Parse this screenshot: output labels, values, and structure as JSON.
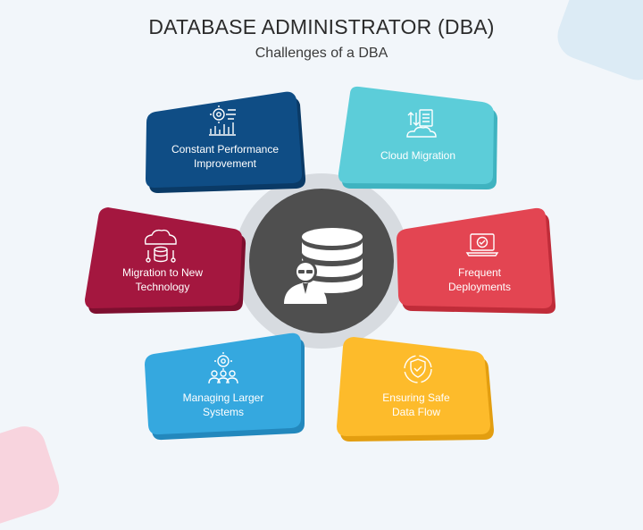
{
  "title": "DATABASE ADMINISTRATOR (DBA)",
  "subtitle": "Challenges of a DBA",
  "center": {
    "icon": "database-administrator-icon"
  },
  "cards": [
    {
      "id": "performance",
      "label": "Constant Performance\nImprovement",
      "color": "#0f4d85",
      "shade": "#0a3a66",
      "icon": "gear-analytics-icon"
    },
    {
      "id": "cloud",
      "label": "Cloud Migration",
      "color": "#5ccdd9",
      "shade": "#3fb3c0",
      "icon": "cloud-migration-icon"
    },
    {
      "id": "technology",
      "label": "Migration to New\nTechnology",
      "color": "#a4173f",
      "shade": "#7e0f2f",
      "icon": "cloud-database-icon"
    },
    {
      "id": "deployments",
      "label": "Frequent\nDeployments",
      "color": "#e34552",
      "shade": "#c02c39",
      "icon": "laptop-deploy-icon"
    },
    {
      "id": "systems",
      "label": "Managing Larger\nSystems",
      "color": "#35a8df",
      "shade": "#2388bd",
      "icon": "team-gear-icon"
    },
    {
      "id": "dataflow",
      "label": "Ensuring Safe\nData Flow",
      "color": "#fdbb2b",
      "shade": "#e39e10",
      "icon": "shield-check-icon"
    }
  ]
}
